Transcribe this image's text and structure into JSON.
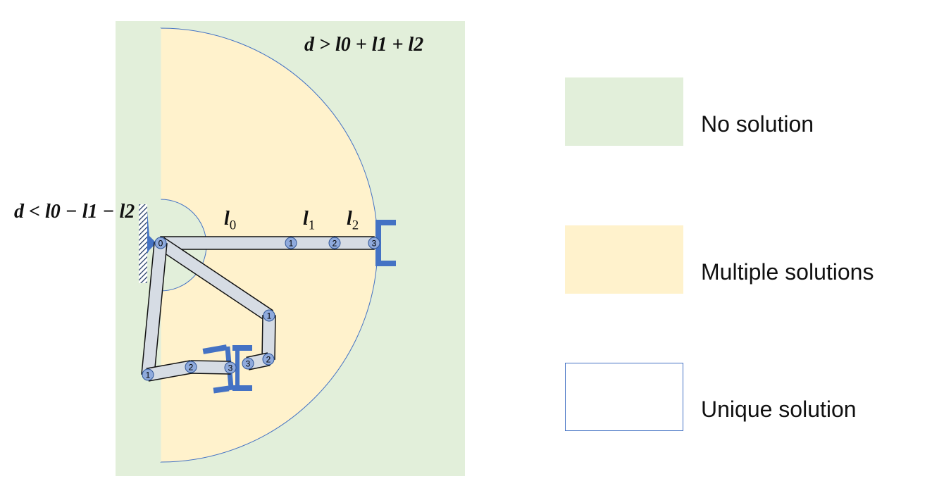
{
  "conditions": {
    "outer": "d > l0 + l1 + l2",
    "inner": "d < l0 − l1 − l2"
  },
  "link_labels": [
    "l0",
    "l1",
    "l2"
  ],
  "joint_labels": [
    "0",
    "1",
    "2",
    "3"
  ],
  "legend": [
    {
      "label": "No solution",
      "color": "#e2efda"
    },
    {
      "label": "Multiple solutions",
      "color": "#fff2cc"
    },
    {
      "label": "Unique solution",
      "color": "#ffffff",
      "border": "#4472c4"
    }
  ],
  "colors": {
    "link": "#d6dce4",
    "joint": "#8faadc",
    "gripper": "#4472c4"
  }
}
